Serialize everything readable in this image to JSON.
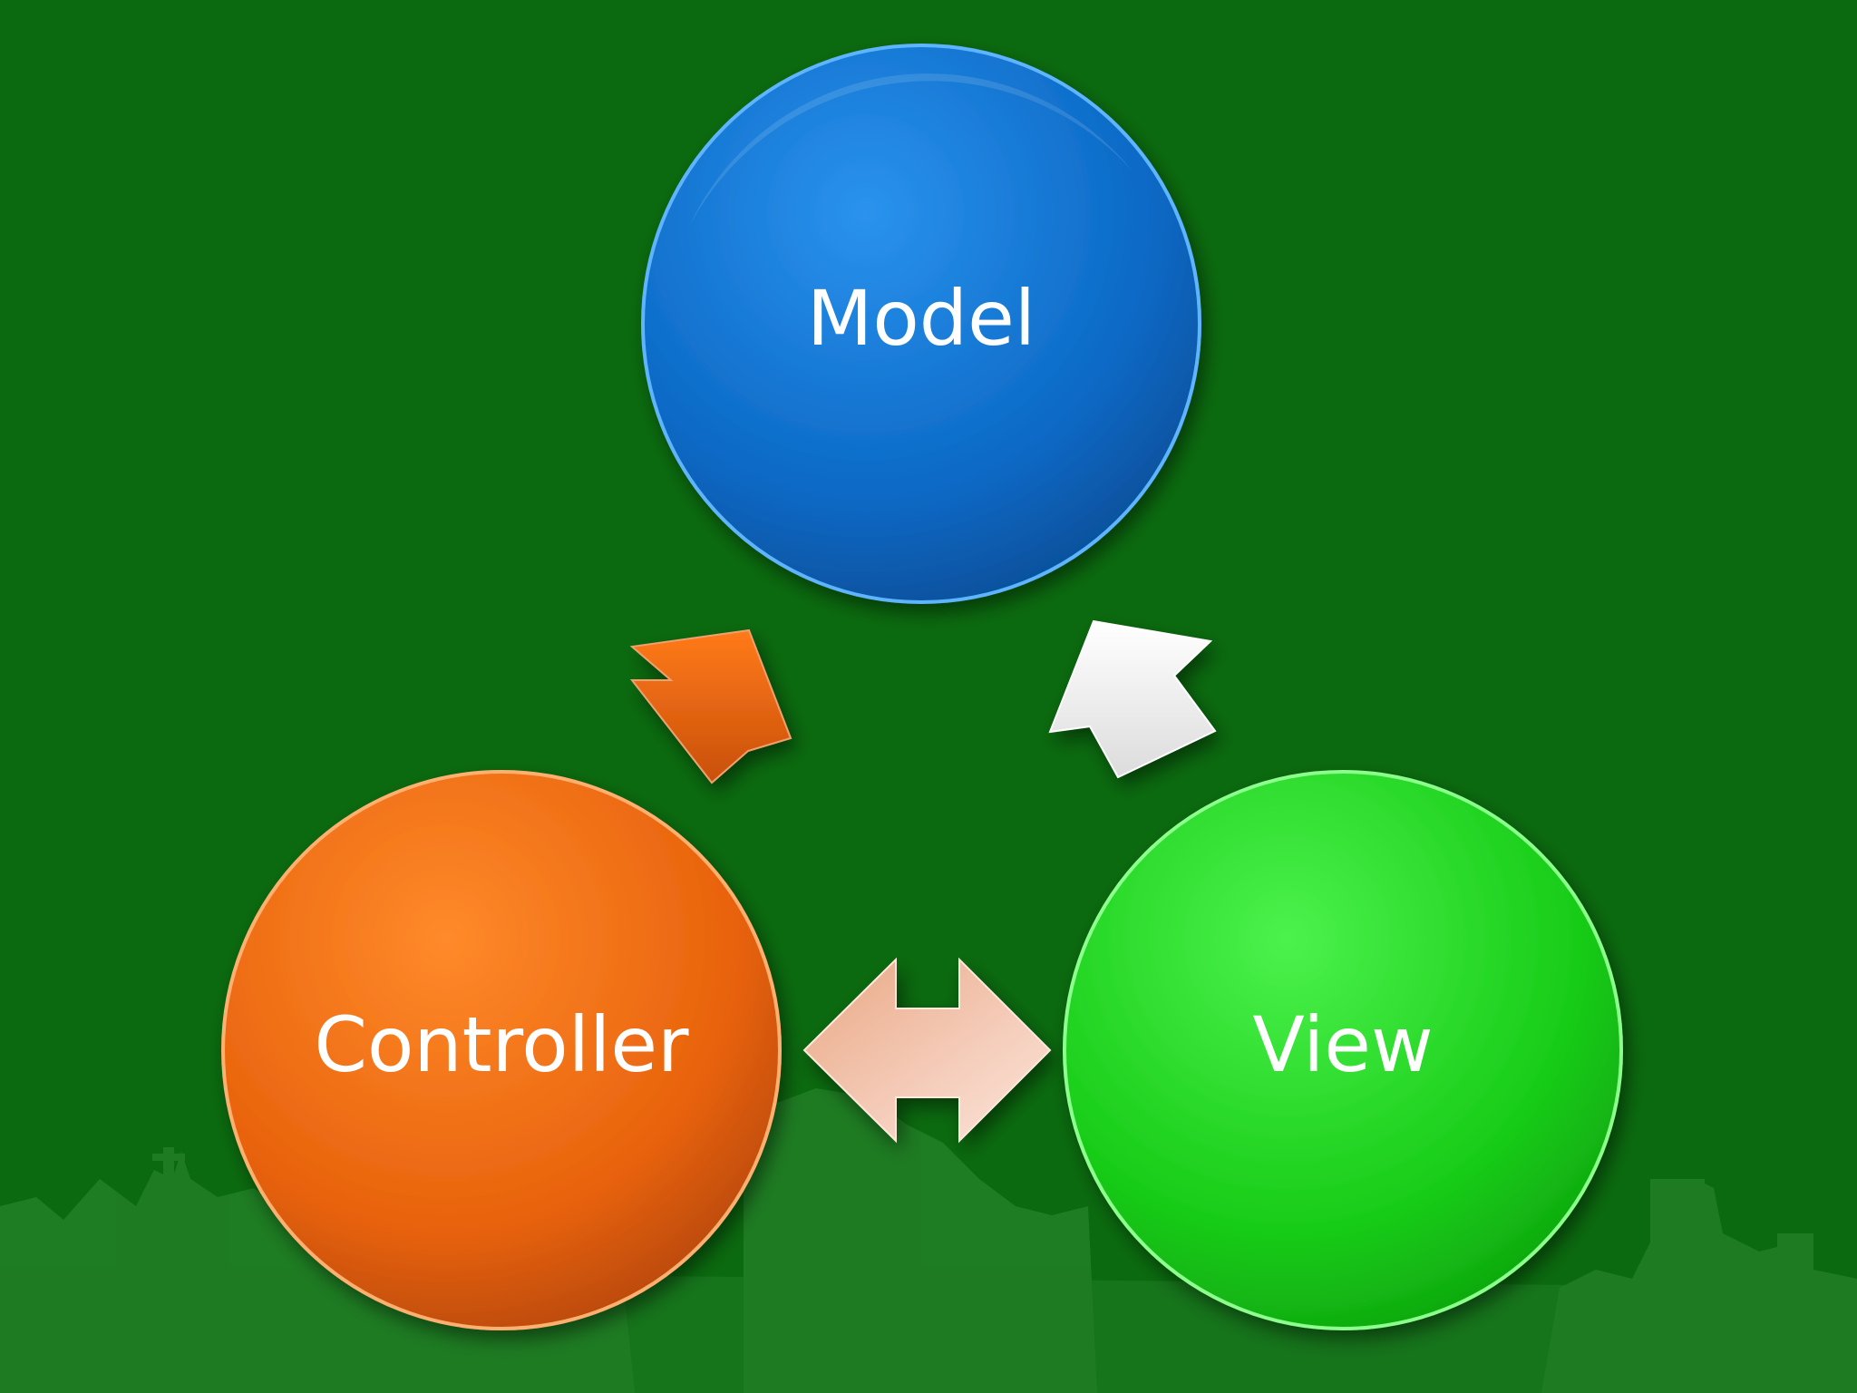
{
  "diagram": {
    "nodes": [
      {
        "id": "model",
        "label": "Model",
        "color": "#0a68c4"
      },
      {
        "id": "controller",
        "label": "Controller",
        "color": "#ee6a10"
      },
      {
        "id": "view",
        "label": "View",
        "color": "#1bd41b"
      }
    ],
    "edges": [
      {
        "from": "controller",
        "to": "model",
        "kind": "one-way",
        "color": "#e0620f",
        "icon": "arrow-up-right-icon"
      },
      {
        "from": "view",
        "to": "model",
        "kind": "one-way",
        "color": "#ffffff",
        "icon": "arrow-up-left-icon"
      },
      {
        "from": "controller",
        "to": "view",
        "kind": "two-way",
        "color": "#f4c4b0",
        "icon": "double-arrow-icon"
      }
    ]
  },
  "colors": {
    "background": "#0b6a0f",
    "skyline": "#2f8a33"
  }
}
